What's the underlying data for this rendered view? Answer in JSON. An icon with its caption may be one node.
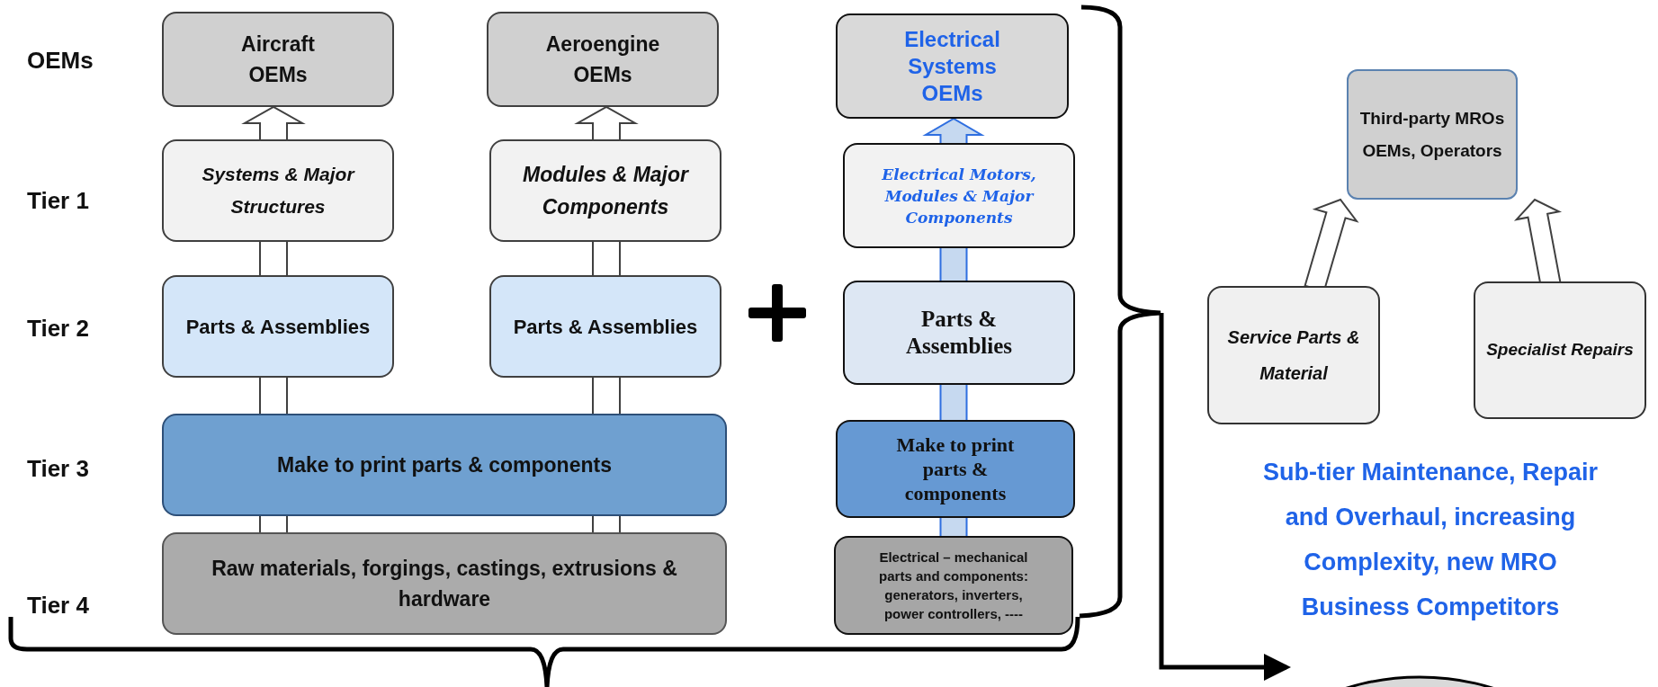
{
  "diagram": {
    "nodes": [
      {
        "text": [
          "Aircraft OEMs"
        ]
      },
      {
        "text": [
          "Aeroengine OEMs"
        ]
      },
      {
        "text": [
          "Electrical Systems OEMs"
        ]
      },
      {
        "text": [
          "Third-party MROs OEMs, Operators"
        ]
      },
      {
        "text": [
          "Systems & Major Structures"
        ]
      },
      {
        "text": [
          "Modules & Major Components"
        ]
      },
      {
        "text": [
          "Electrical Motors, Modules & Major Components"
        ]
      },
      {
        "text": [
          "Parts & Assemblies"
        ]
      },
      {
        "text": [
          "Parts & Assemblies"
        ]
      },
      {
        "text": [
          "Parts & Assemblies"
        ]
      },
      {
        "text": [
          "Service Parts & Material"
        ]
      },
      {
        "text": [
          "Specialist Repairs"
        ]
      },
      {
        "text": [
          "Make to print parts & components"
        ]
      },
      {
        "text": [
          "Make to print parts & components"
        ]
      },
      {
        "text": [
          "Raw materials, forgings, castings, extrusions & hardware"
        ]
      },
      {
        "text": [
          "Electrical – mechanical parts and components: generators, inverters, power controllers, ----"
        ]
      },
      {
        "text": [],
        "shape": "circle"
      },
      {
        "text": [],
        "shape": "brace"
      }
    ],
    "edges": [
      {
        "from": 4,
        "to": 0,
        "arrow": "to"
      },
      {
        "from": 7,
        "to": 4,
        "arrow": "none"
      },
      {
        "from": 12,
        "to": 7,
        "arrow": "none"
      },
      {
        "from": 14,
        "to": 12,
        "arrow": "none"
      },
      {
        "from": 5,
        "to": 1,
        "arrow": "to"
      },
      {
        "from": 8,
        "to": 5,
        "arrow": "none"
      },
      {
        "from": 12,
        "to": 8,
        "arrow": "none"
      },
      {
        "from": 14,
        "to": 12,
        "arrow": "none"
      },
      {
        "from": 6,
        "to": 2,
        "arrow": "to",
        "color": "#2f6fe0"
      },
      {
        "from": 9,
        "to": 6,
        "arrow": "none",
        "color": "#2f6fe0"
      },
      {
        "from": 13,
        "to": 9,
        "arrow": "none",
        "color": "#2f6fe0"
      },
      {
        "from": 15,
        "to": 13,
        "arrow": "none",
        "color": "#2f6fe0"
      },
      {
        "from": 10,
        "to": 3,
        "arrow": "to"
      },
      {
        "from": 11,
        "to": 3,
        "arrow": "to"
      },
      {
        "from": 17,
        "to": 16,
        "arrow": "to"
      }
    ],
    "labels": [
      "OEMs",
      "Tier 1",
      "Tier 2",
      "Tier 3",
      "Tier 4",
      "Sub-tier Maintenance, Repair and Overhaul, increasing Complexity, new MRO Business Competitors"
    ]
  }
}
